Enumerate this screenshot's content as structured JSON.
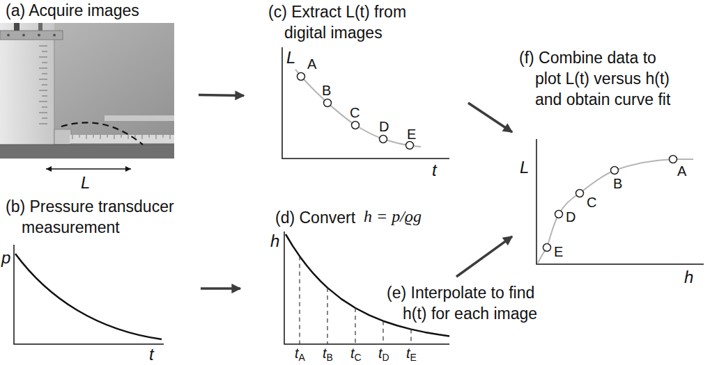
{
  "diagram": {
    "nodes": [
      {
        "text": [
          "(a) Acquire images",
          "L"
        ]
      },
      {
        "text": [
          "(c) Extract L(t) from digital images",
          "L",
          "A",
          "B",
          "C",
          "D",
          "E",
          "t"
        ]
      },
      {
        "text": [
          "(f) Combine data to plot L(t) versus h(t) and obtain curve fit",
          "L",
          "E",
          "D",
          "C",
          "B",
          "A",
          "h"
        ]
      },
      {
        "text": [
          "(b) Pressure transducer measurement",
          "p",
          "t"
        ]
      },
      {
        "text": [
          "(d) Convert",
          "h = p/ϱg",
          "h",
          "tA",
          "tB",
          "tC",
          "tD",
          "tE"
        ]
      }
    ],
    "edges": [
      {
        "from": 0,
        "to": 1,
        "arrow": "to"
      },
      {
        "from": 3,
        "to": 4,
        "arrow": "to"
      },
      {
        "from": 1,
        "to": 2,
        "arrow": "to"
      },
      {
        "from": 4,
        "to": 2,
        "arrow": "to"
      }
    ],
    "labels": [
      "(e) Interpolate to find h(t) for each image"
    ]
  }
}
